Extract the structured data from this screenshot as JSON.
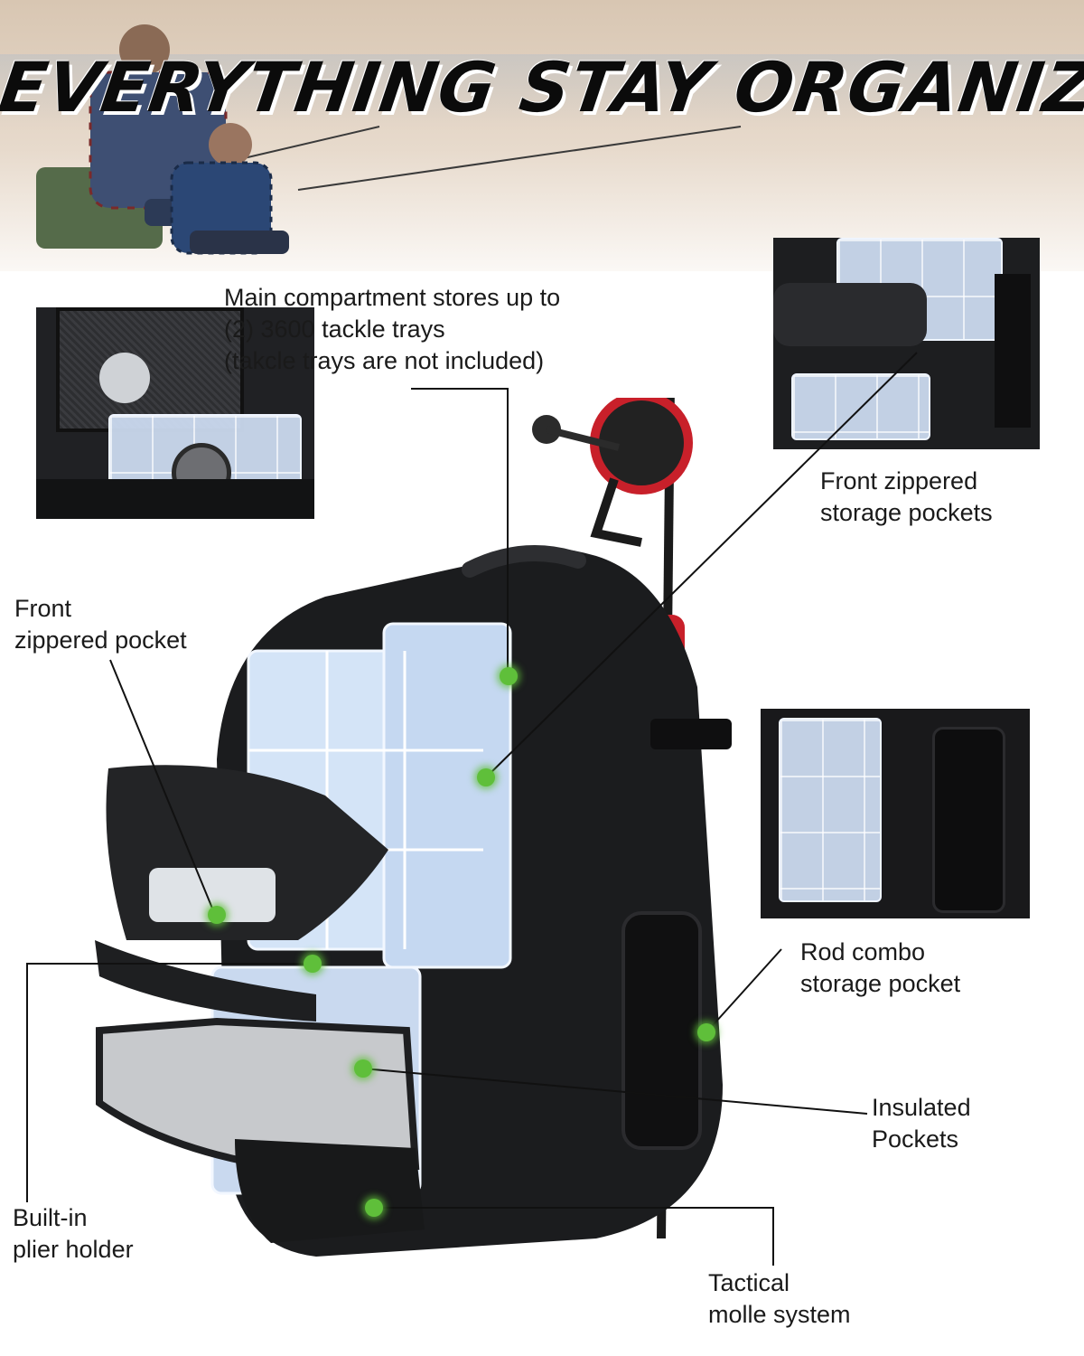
{
  "headline": "EVERYTHING STAY ORGANIZED",
  "callouts": {
    "main_compartment": [
      "Main compartment stores up to",
      "(2) 3600 tackle trays",
      "(takcle trays are not included)"
    ],
    "front_storage_pockets": [
      "Front zippered",
      "storage pockets"
    ],
    "front_pocket": [
      "Front",
      "zippered pocket"
    ],
    "rod_pocket": [
      "Rod combo",
      "storage pocket"
    ],
    "insulated": [
      "Insulated",
      "Pockets"
    ],
    "plier_holder": [
      "Built-in",
      "plier holder"
    ],
    "molle": [
      "Tactical",
      "molle system"
    ]
  },
  "colors": {
    "bag": "#1b1c1e",
    "tray": "#d0e0f5",
    "marker": "#5fbf3a",
    "rod_accent": "#c8202a"
  },
  "icons": {
    "marker": "green-glow-dot"
  }
}
